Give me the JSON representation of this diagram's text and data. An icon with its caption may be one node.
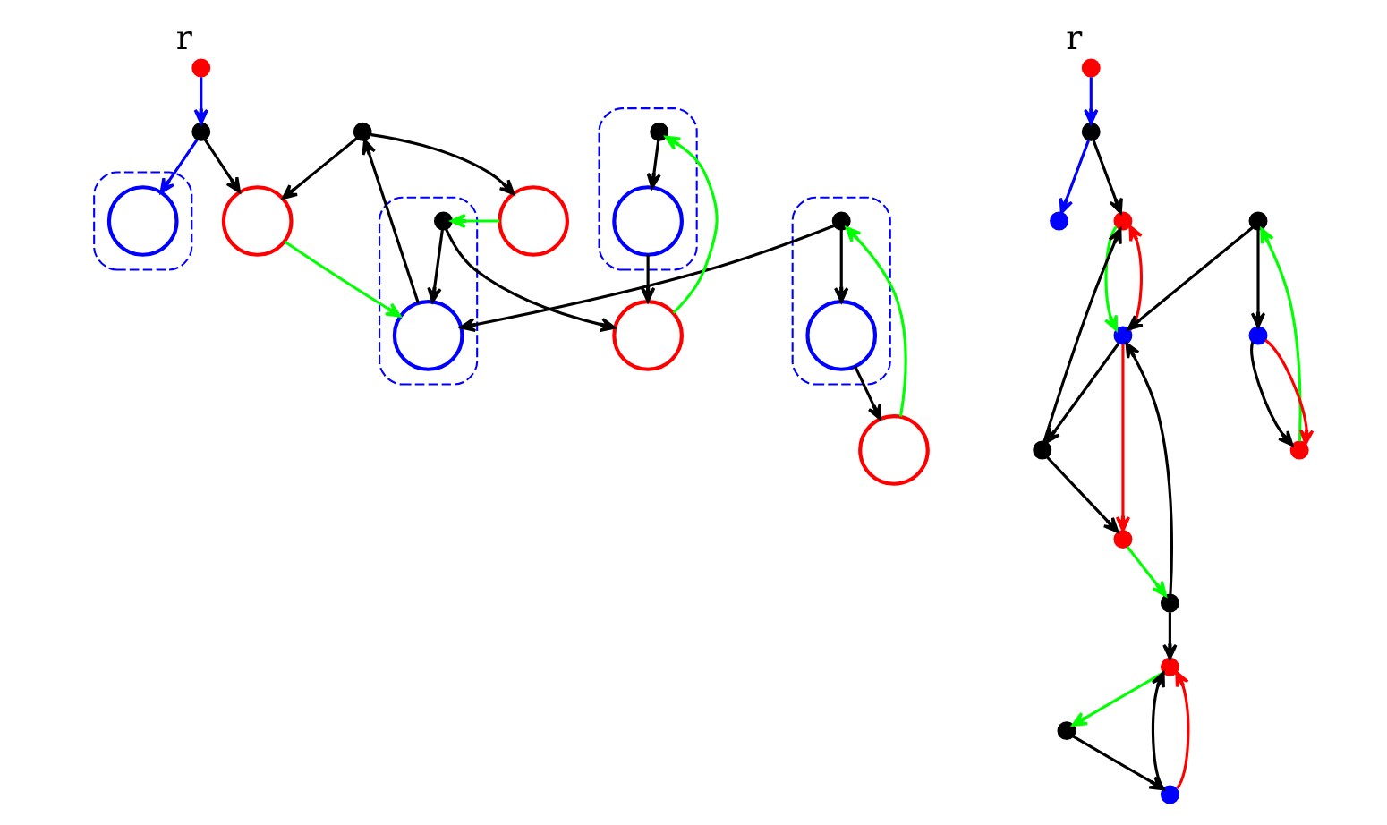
{
  "diagram": {
    "nodes": [
      {
        "text": [],
        "shape": "circle",
        "beside": [
          "r"
        ]
      },
      {
        "text": [],
        "shape": "circle"
      },
      {
        "text": [],
        "shape": "ellipse"
      },
      {
        "text": [],
        "shape": "circle",
        "in": 2
      },
      {
        "text": [],
        "shape": "circle"
      },
      {
        "text": [],
        "shape": "ellipse"
      },
      {
        "text": [],
        "shape": "circle",
        "in": 5
      },
      {
        "text": [],
        "shape": "circle"
      },
      {
        "text": [],
        "shape": "circle"
      },
      {
        "text": [],
        "shape": "circle",
        "in": 5
      },
      {
        "text": [],
        "shape": "ellipse"
      },
      {
        "text": [],
        "shape": "circle",
        "in": 10
      },
      {
        "text": [],
        "shape": "circle"
      },
      {
        "text": [],
        "shape": "circle"
      },
      {
        "text": [],
        "shape": "circle",
        "in": 10
      },
      {
        "text": [],
        "shape": "ellipse"
      },
      {
        "text": [],
        "shape": "circle",
        "in": 15
      },
      {
        "text": [],
        "shape": "circle",
        "in": 15
      },
      {
        "text": [],
        "shape": "circle",
        "beside": [
          "r"
        ]
      },
      {
        "text": [],
        "shape": "circle"
      },
      {
        "text": [],
        "shape": "circle"
      },
      {
        "text": [],
        "shape": "circle"
      },
      {
        "text": [],
        "shape": "circle"
      },
      {
        "text": [],
        "shape": "circle"
      },
      {
        "text": [],
        "shape": "circle"
      },
      {
        "text": [],
        "shape": "circle"
      },
      {
        "text": [],
        "shape": "circle"
      },
      {
        "text": [],
        "shape": "circle"
      },
      {
        "text": [],
        "shape": "circle"
      },
      {
        "text": [],
        "shape": "circle"
      },
      {
        "text": [],
        "shape": "circle"
      },
      {
        "text": [],
        "shape": "circle"
      }
    ],
    "edges": [
      {
        "from": 0,
        "to": 1,
        "arrow": "to",
        "color": "#0000ff"
      },
      {
        "from": 1,
        "to": 3,
        "arrow": "to",
        "color": "#0000ff"
      },
      {
        "from": 1,
        "to": 4,
        "arrow": "to"
      },
      {
        "from": 4,
        "to": 6,
        "arrow": "to",
        "color": "#00ff00"
      },
      {
        "from": 6,
        "to": 7,
        "arrow": "to"
      },
      {
        "from": 7,
        "to": 4,
        "arrow": "to"
      },
      {
        "from": 7,
        "to": 8,
        "arrow": "to"
      },
      {
        "from": 8,
        "to": 9,
        "arrow": "to",
        "color": "#00ff00"
      },
      {
        "from": 9,
        "to": 6,
        "arrow": "to"
      },
      {
        "from": 9,
        "to": 13,
        "arrow": "to"
      },
      {
        "from": 11,
        "to": 6,
        "arrow": "to"
      },
      {
        "from": 12,
        "to": 11,
        "arrow": "to",
        "color": "#00ff00"
      },
      {
        "from": 11,
        "to": 14,
        "arrow": "to"
      },
      {
        "from": 14,
        "to": 12,
        "arrow": "to"
      },
      {
        "from": 13,
        "to": 16,
        "arrow": "to",
        "color": "#00ff00"
      },
      {
        "from": 16,
        "to": 17,
        "arrow": "to"
      },
      {
        "from": 17,
        "to": 13,
        "arrow": "to"
      },
      {
        "from": 18,
        "to": 19,
        "arrow": "to",
        "color": "#0000ff"
      },
      {
        "from": 19,
        "to": 20,
        "arrow": "to",
        "color": "#0000ff"
      },
      {
        "from": 19,
        "to": 21,
        "arrow": "to"
      },
      {
        "from": 21,
        "to": 22,
        "arrow": "to",
        "color": "#00ff00"
      },
      {
        "from": 22,
        "to": 23,
        "arrow": "to"
      },
      {
        "from": 23,
        "to": 21,
        "arrow": "to"
      },
      {
        "from": 22,
        "to": 21,
        "arrow": "to",
        "color": "#ff0000"
      },
      {
        "from": 23,
        "to": 24,
        "arrow": "to"
      },
      {
        "from": 22,
        "to": 24,
        "arrow": "to",
        "color": "#ff0000"
      },
      {
        "from": 24,
        "to": 25,
        "arrow": "to",
        "color": "#00ff00"
      },
      {
        "from": 25,
        "to": 22,
        "arrow": "to"
      },
      {
        "from": 26,
        "to": 22,
        "arrow": "to"
      },
      {
        "from": 27,
        "to": 26,
        "arrow": "to",
        "color": "#00ff00"
      },
      {
        "from": 25,
        "to": 28,
        "arrow": "to"
      },
      {
        "from": 26,
        "to": 29,
        "arrow": "to"
      },
      {
        "from": 29,
        "to": 27,
        "arrow": "to"
      },
      {
        "from": 29,
        "to": 27,
        "arrow": "to",
        "color": "#ff0000"
      },
      {
        "from": 28,
        "to": 30,
        "arrow": "to",
        "color": "#00ff00"
      },
      {
        "from": 30,
        "to": 31,
        "arrow": "to"
      },
      {
        "from": 31,
        "to": 28,
        "arrow": "to"
      },
      {
        "from": 31,
        "to": 28,
        "arrow": "to",
        "color": "#ff0000"
      }
    ]
  }
}
